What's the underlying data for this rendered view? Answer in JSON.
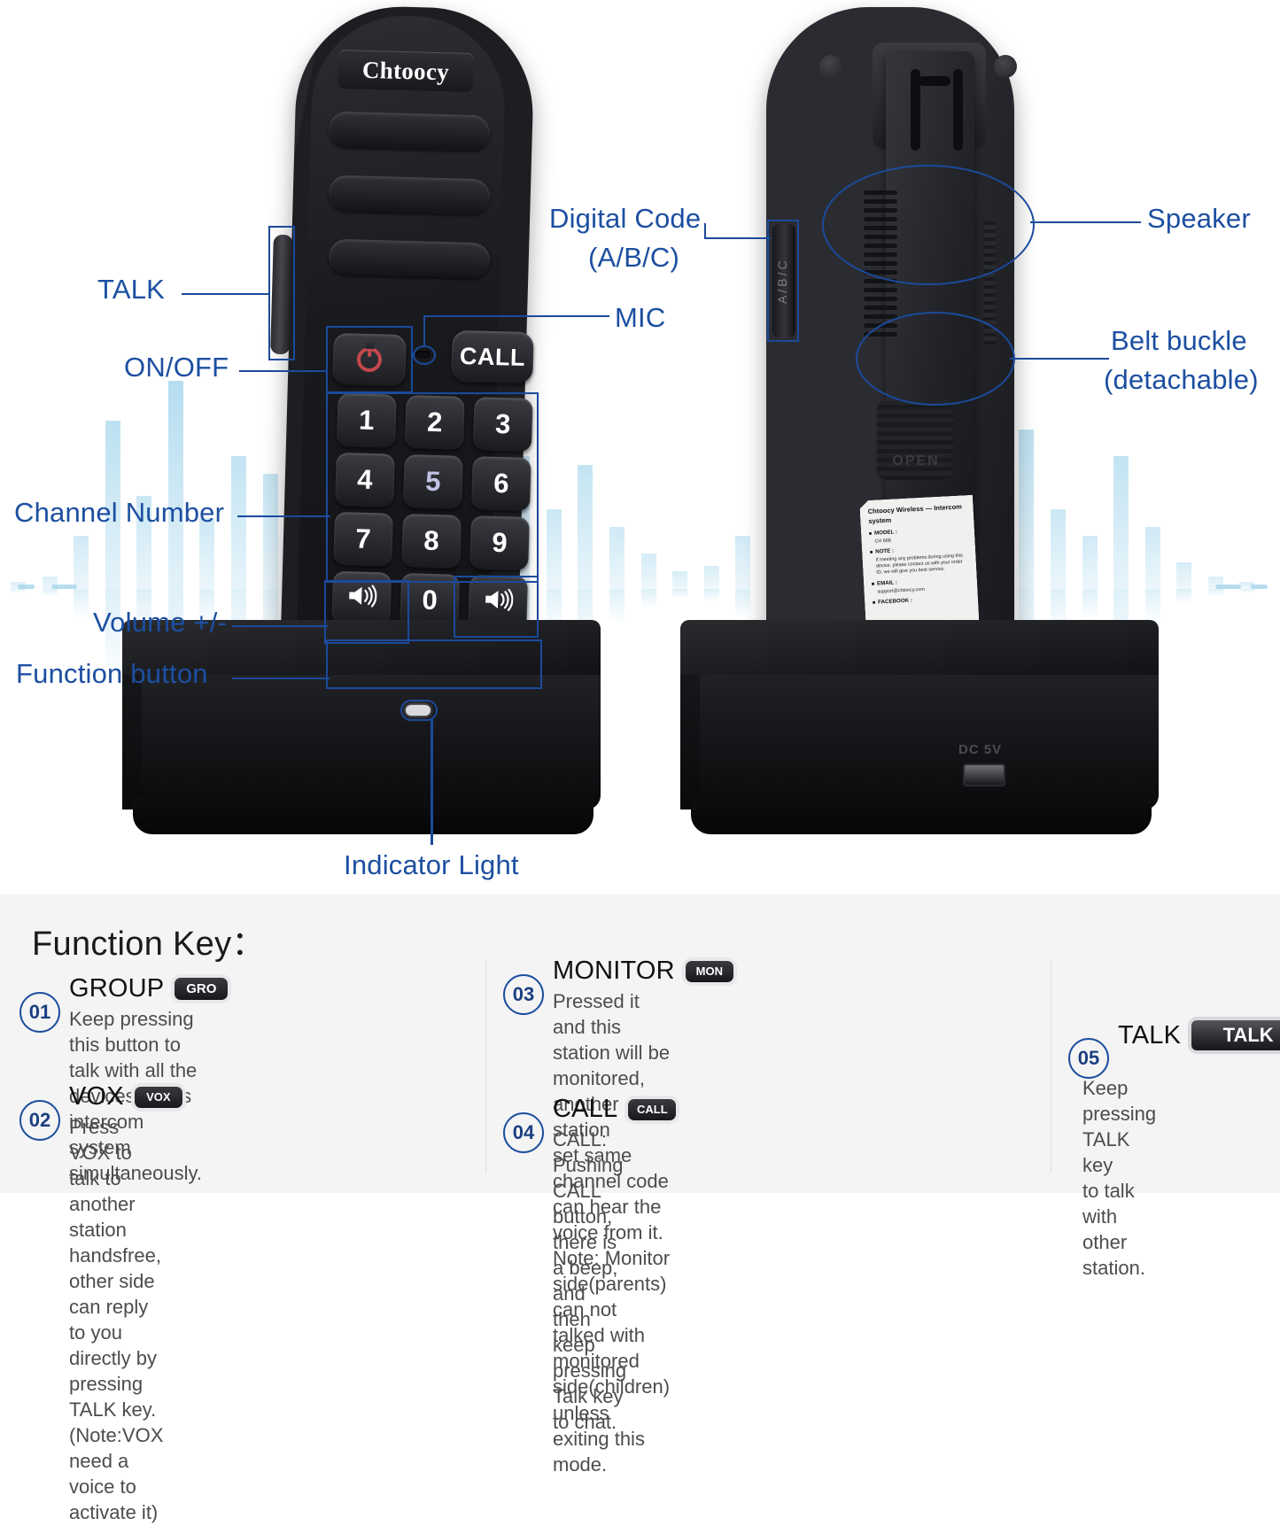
{
  "product": {
    "brand": "Chtoocy",
    "front": {
      "call_button": "CALL",
      "keypad": [
        "1",
        "2",
        "3",
        "4",
        "5",
        "6",
        "7",
        "8",
        "9"
      ],
      "zero_key": "0",
      "volume_key_icon": "speaker-icon",
      "function_keys": [
        "VOX",
        "MON",
        "GRO"
      ]
    },
    "back": {
      "open_label": "OPEN",
      "code_switch": "A/B/C",
      "sticker": {
        "title": "Chtoocy Wireless —\nIntercom system",
        "rows": [
          {
            "label": "MODEL :",
            "value": "CH 668"
          },
          {
            "label": "NOTE :",
            "value": "If meeting any problems during using this device, please contact us with your order ID, we will give you best service."
          },
          {
            "label": "EMAIL :",
            "value": "support@chtoocy.com"
          },
          {
            "label": "FACEBOOK :",
            "value": ""
          }
        ]
      }
    },
    "cradle": {
      "dc_label": "DC 5V"
    }
  },
  "callouts": {
    "talk": "TALK",
    "on_off": "ON/OFF",
    "channel_number": "Channel Number",
    "volume": "Volume +/-",
    "function_button": "Function button",
    "digital_code_line1": "Digital Code",
    "digital_code_line2": "(A/B/C)",
    "mic": "MIC",
    "speaker": "Speaker",
    "belt_line1": "Belt buckle",
    "belt_line2": "(detachable)",
    "indicator_light": "Indicator Light"
  },
  "function_key": {
    "title": "Function Key：",
    "items": [
      {
        "num": "01",
        "name": "GROUP",
        "chip": "GRO",
        "body": "Keep pressing this button to talk with all the\ndevices in this intercom system simultaneously."
      },
      {
        "num": "02",
        "name": "VOX",
        "chip": "VOX",
        "body": "Press VOX to talk to another station\nhandsfree, other side can reply to you\ndirectly by pressing TALK key. (Note:VOX\nneed a voice to activate it)"
      },
      {
        "num": "03",
        "name": "MONITOR",
        "chip": "MON",
        "body": "Pressed it and this station will be monitored, another station\nset same channel code can hear the voice from it.\nNote: Monitor side(parents) can not talked with monitored\nside(children) unless exiting this mode."
      },
      {
        "num": "04",
        "name": "CALL",
        "chip": "CALL",
        "body": "CALL: Pushing CALL button, there is a beep,\nand then keep pressing Talk key to chat."
      },
      {
        "num": "05",
        "name": "TALK",
        "chip": "TALK",
        "body": "Keep pressing TALK key\nto talk with other station."
      }
    ]
  },
  "colors": {
    "callout_blue": "#1c4fa1",
    "badge_blue": "#1d4f9e",
    "panel_bg": "#f4f4f5",
    "body_text": "#4c4c4c"
  }
}
